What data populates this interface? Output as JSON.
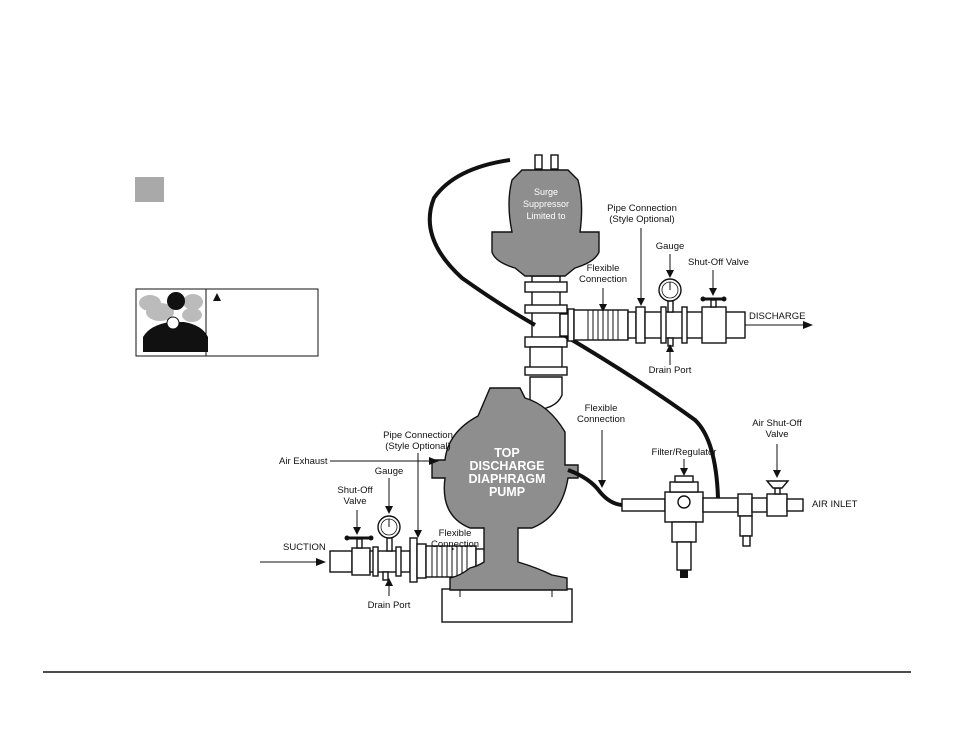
{
  "labels": {
    "surge_line1": "Surge",
    "surge_line2": "Suppressor",
    "surge_line3": "Limited to",
    "pipe_conn_top_1": "Pipe Connection",
    "pipe_conn_top_2": "(Style Optional)",
    "gauge_top": "Gauge",
    "shutoff_top": "Shut-Off Valve",
    "flex_top_1": "Flexible",
    "flex_top_2": "Connection",
    "discharge": "DISCHARGE",
    "drain_top": "Drain Port",
    "flex_right_1": "Flexible",
    "flex_right_2": "Connection",
    "air_shutoff_1": "Air Shut-Off",
    "air_shutoff_2": "Valve",
    "filter_reg": "Filter/Regulator",
    "air_inlet": "AIR INLET",
    "pipe_conn_bot_1": "Pipe Connection",
    "pipe_conn_bot_2": "(Style Optional)",
    "air_exhaust": "Air Exhaust",
    "gauge_bot": "Gauge",
    "shutoff_bot_1": "Shut-Off",
    "shutoff_bot_2": "Valve",
    "flex_bot_1": "Flexible",
    "flex_bot_2": "Connection",
    "suction": "SUCTION",
    "drain_bot": "Drain Port",
    "pump_1": "TOP",
    "pump_2": "DISCHARGE",
    "pump_3": "DIAPHRAGM",
    "pump_4": "PUMP"
  },
  "colors": {
    "pump_grey": "#8e8e8e",
    "hose": "#111111",
    "marker": "#a9a9a9"
  },
  "icons": {
    "warning": "warning-triangle-icon",
    "hazard": "inhalation-hazard-icon"
  }
}
